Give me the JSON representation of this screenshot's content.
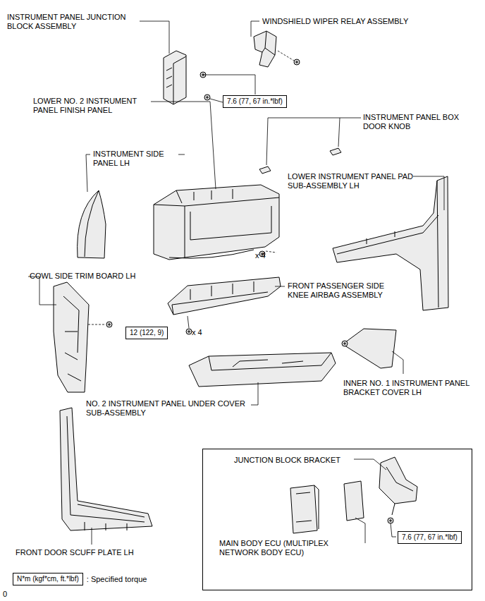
{
  "diagram": {
    "nodes": [
      {
        "text": [
          "7.6 (77, 67 in.*lbf)"
        ]
      },
      {
        "text": [
          "12 (122, 9)"
        ]
      },
      {
        "text": [
          "JUNCTION BLOCK BRACKET",
          "MAIN BODY ECU (MULTIPLEX NETWORK BODY ECU)"
        ]
      },
      {
        "text": [
          "7.6 (77, 67 in.*lbf)"
        ],
        "in": 2
      },
      {
        "text": [
          "N*m (kgf*cm, ft.*lbf)",
          ": Specified torque"
        ]
      }
    ],
    "labels": [
      "INSTRUMENT PANEL JUNCTION BLOCK ASSEMBLY",
      "WINDSHIELD WIPER RELAY ASSEMBLY",
      "LOWER NO. 2 INSTRUMENT PANEL FINISH PANEL",
      "INSTRUMENT PANEL BOX DOOR KNOB",
      "INSTRUMENT SIDE PANEL LH",
      "LOWER INSTRUMENT PANEL PAD SUB-ASSEMBLY LH",
      "x 4",
      "COWL SIDE TRIM BOARD LH",
      "FRONT PASSENGER SIDE KNEE AIRBAG ASSEMBLY",
      "x 4",
      "INNER NO. 1 INSTRUMENT PANEL BRACKET COVER LH",
      "NO. 2 INSTRUMENT PANEL UNDER COVER SUB-ASSEMBLY",
      "FRONT DOOR SCUFF PLATE LH",
      "0"
    ]
  }
}
